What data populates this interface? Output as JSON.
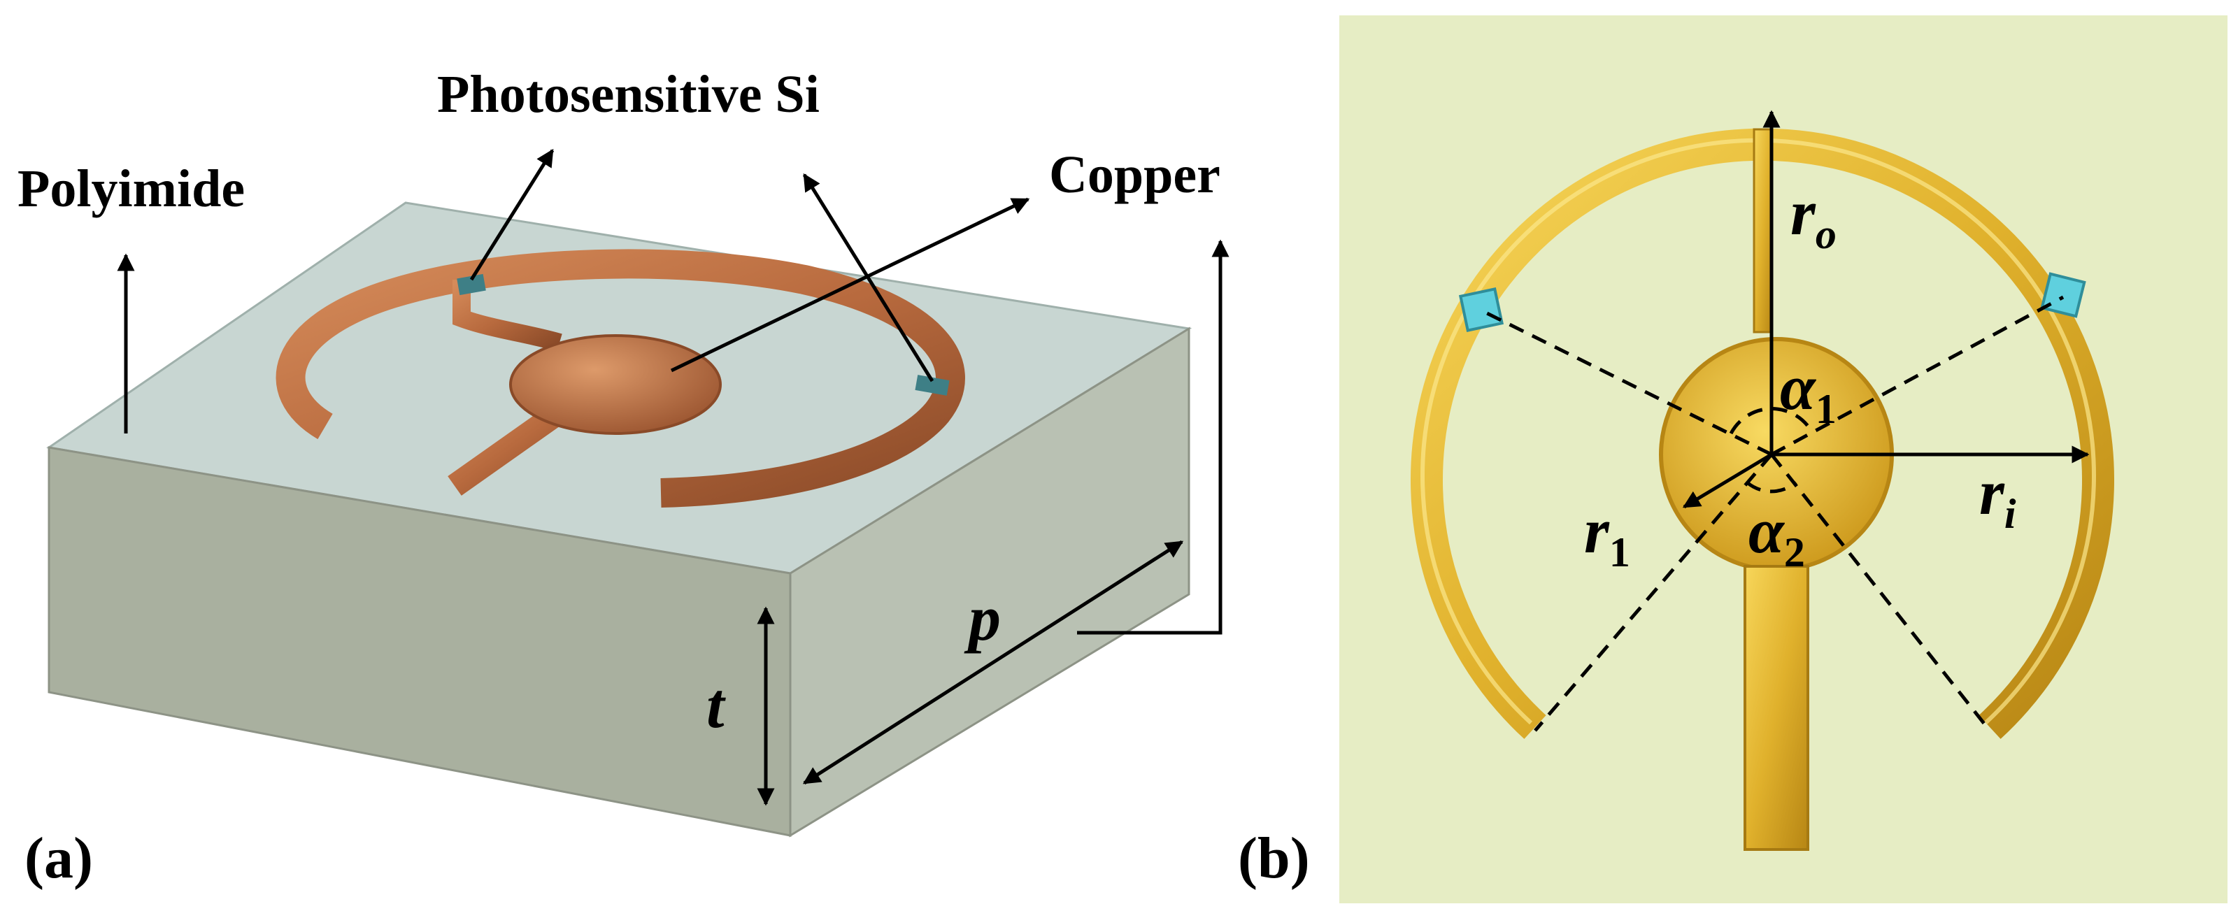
{
  "panel_a": {
    "label": "(a)",
    "material_polyimide": "Polyimide",
    "material_si": "Photosensitive Si",
    "material_copper": "Copper",
    "dim_period": "p",
    "dim_thickness": "t"
  },
  "panel_b": {
    "label": "(b)",
    "sym_r": "r",
    "sub_o": "o",
    "sub_i": "i",
    "sub_1": "1",
    "sym_alpha": "α",
    "sub_alpha1": "1",
    "sub_alpha2": "2"
  },
  "colors": {
    "polyimide_top": "#c8d6d2",
    "polyimide_side": "#a3aa98",
    "copper": "#b86a3e",
    "si": "#3e7f86",
    "gold": "#e0b12c",
    "background_b": "#e6edc4",
    "si_square": "#5fd0de"
  }
}
